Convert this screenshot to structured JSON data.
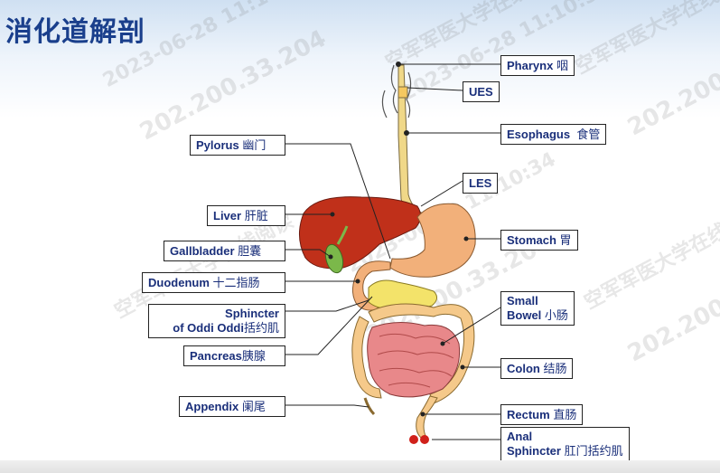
{
  "title": "消化道解剖",
  "labels": {
    "pharynx": {
      "en": "Pharynx",
      "zh": "咽"
    },
    "ues": {
      "en": "UES"
    },
    "esophagus": {
      "en": "Esophagus",
      "zh": "食管"
    },
    "les": {
      "en": "LES"
    },
    "pylorus": {
      "en": "Pylorus",
      "zh": "幽门"
    },
    "liver": {
      "en": "Liver",
      "zh": "肝脏"
    },
    "gallbladder": {
      "en": "Gallbladder",
      "zh": "胆囊"
    },
    "duodenum": {
      "en": "Duodenum",
      "zh": "十二指肠"
    },
    "sphincter_oddi": {
      "line1": "Sphincter",
      "line2": "of Oddi Oddi",
      "zh": "括约肌"
    },
    "pancreas": {
      "en": "Pancreas",
      "zh": "胰腺"
    },
    "appendix": {
      "en": "Appendix",
      "zh": "阑尾"
    },
    "stomach": {
      "en": "Stomach",
      "zh": "胃"
    },
    "small_bowel": {
      "line1": "Small",
      "line2": "Bowel",
      "zh": "小肠"
    },
    "colon": {
      "en": "Colon",
      "zh": "结肠"
    },
    "rectum": {
      "en": "Rectum",
      "zh": "直肠"
    },
    "anal_sphincter": {
      "line1": "Anal",
      "line2": "Sphincter",
      "zh": "肛门括约肌"
    }
  },
  "watermarks": [
    "空军军医大学在线阅读",
    "2023-06-28 11:10:34",
    "202.200.33.204"
  ],
  "colors": {
    "title": "#1a3f8c",
    "label_text": "#1a2f7a",
    "liver": "#c0301a",
    "stomach": "#f2b07a",
    "intestine": "#e8888a",
    "colon": "#f5c98a",
    "pancreas": "#f3e36a",
    "gallbladder": "#7bb84a",
    "esophagus": "#f0d888",
    "rectum_ring": "#d0201a"
  }
}
